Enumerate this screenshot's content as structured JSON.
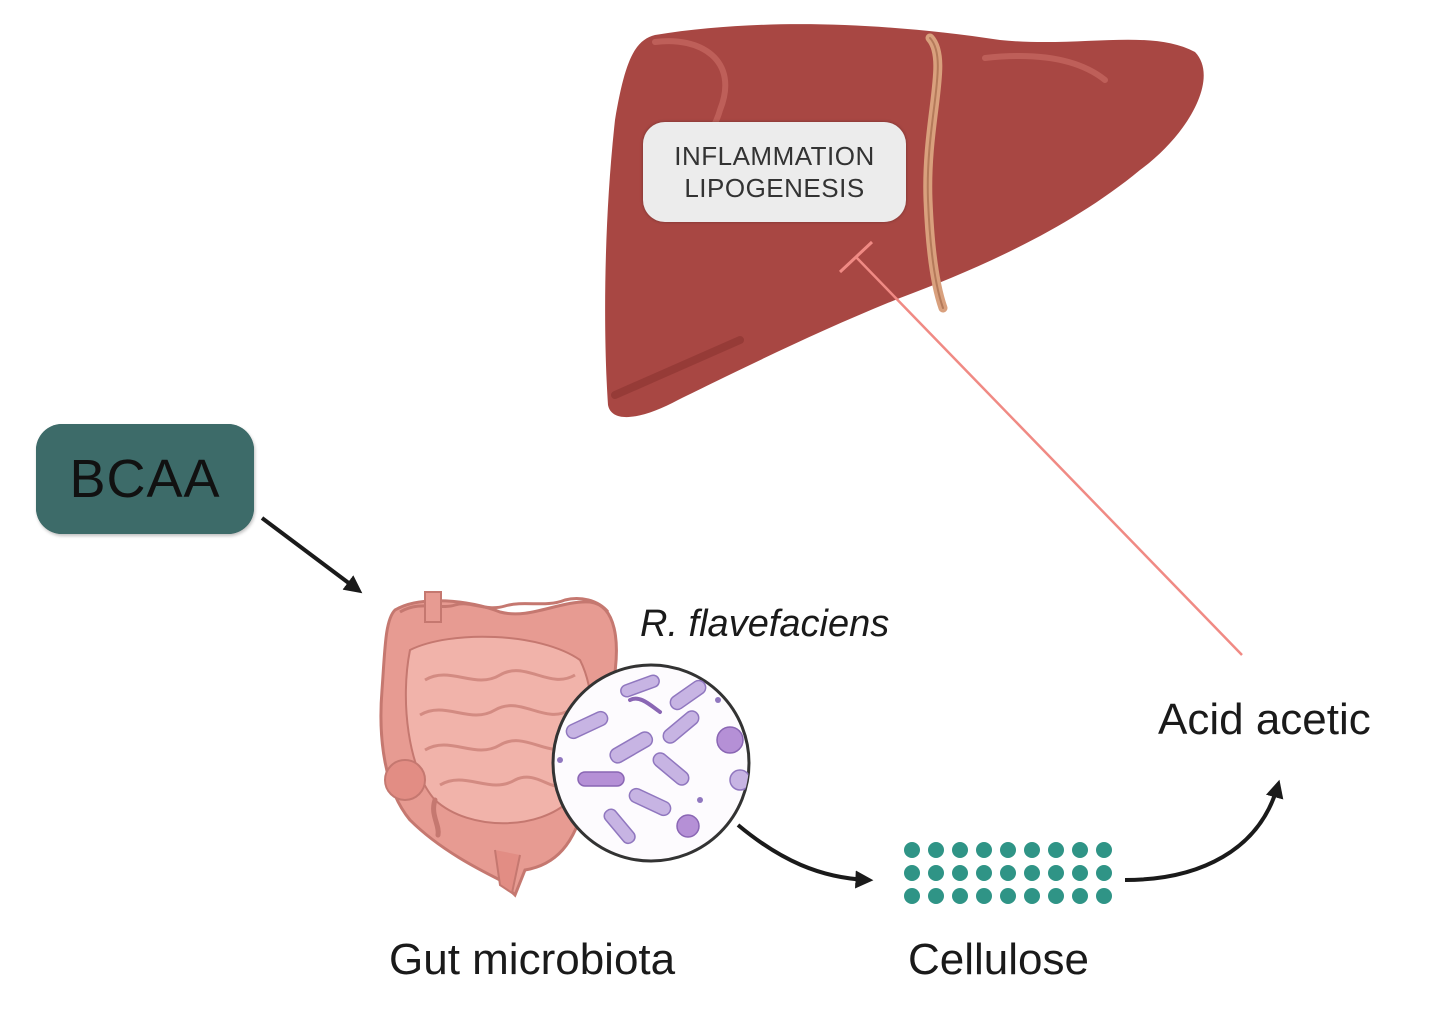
{
  "diagram": {
    "liver_box": {
      "line1": "INFLAMMATION",
      "line2": "LIPOGENESIS"
    },
    "bcaa_label": "BCAA",
    "bacteria_species": "R. flavefaciens",
    "product_label": "Acid acetic",
    "gut_label": "Gut microbiota",
    "cellulose_label": "Cellulose"
  },
  "colors": {
    "liver": "#a84743",
    "bcaa_box": "#3d6b69",
    "inhibition_line": "#f08a84",
    "arrow": "#1a1a1a",
    "cellulose_dots": "#2f9486",
    "intestine": "#e79b92",
    "bacteria": "#b9a3d9"
  }
}
